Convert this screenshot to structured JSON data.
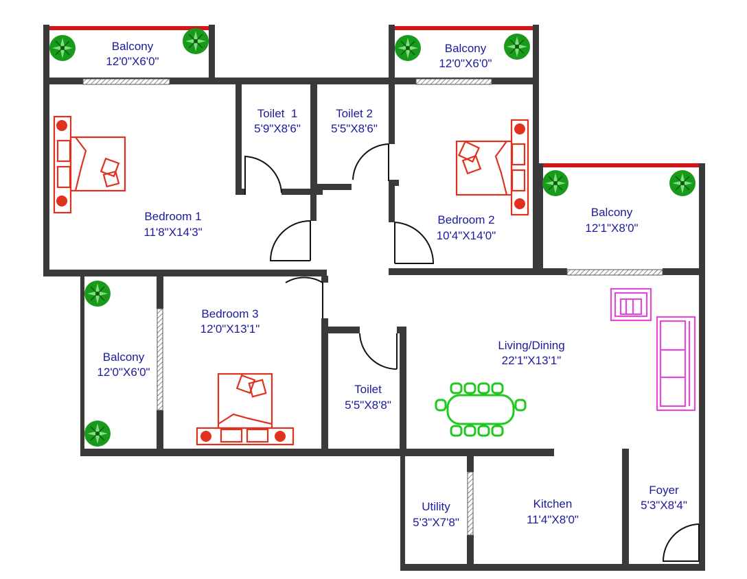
{
  "rooms": {
    "balcony_top_left": {
      "name": "Balcony",
      "size": "12'0\"X6'0\""
    },
    "balcony_top_right": {
      "name": "Balcony",
      "size": "12'0\"X6'0\""
    },
    "toilet_1": {
      "name": "Toilet  1",
      "size": "5'9\"X8'6\""
    },
    "toilet_2": {
      "name": "Toilet 2",
      "size": "5'5\"X8'6\""
    },
    "bedroom_1": {
      "name": "Bedroom 1",
      "size": "11'8\"X14'3\""
    },
    "bedroom_2": {
      "name": "Bedroom 2",
      "size": "10'4\"X14'0\""
    },
    "balcony_right": {
      "name": "Balcony",
      "size": "12'1\"X8'0\""
    },
    "bedroom_3": {
      "name": "Bedroom 3",
      "size": "12'0\"X13'1\""
    },
    "balcony_left": {
      "name": "Balcony",
      "size": "12'0\"X6'0\""
    },
    "toilet_3": {
      "name": "Toilet",
      "size": "5'5\"X8'8\""
    },
    "living_dining": {
      "name": "Living/Dining",
      "size": "22'1\"X13'1\""
    },
    "utility": {
      "name": "Utility",
      "size": "5'3\"X7'8\""
    },
    "kitchen": {
      "name": "Kitchen",
      "size": "11'4\"X8'0\""
    },
    "foyer": {
      "name": "Foyer",
      "size": "5'3\"X8'4\""
    }
  },
  "colors": {
    "wall": "#3a3a3a",
    "label": "#1a1a9c",
    "bed": "#e0301e",
    "dining": "#1ec81e",
    "sofa": "#e04ad6",
    "plant": "#1a9a1a",
    "balcony_rail": "#d01818"
  }
}
